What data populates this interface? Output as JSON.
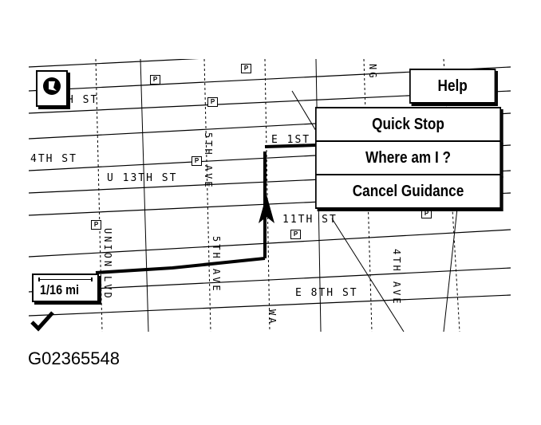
{
  "map": {
    "street_labels": {
      "h_st": "H ST",
      "fourth_st": "4TH ST",
      "thirteenth_st": "U 13TH ST",
      "e_first": "E 1ST",
      "eleventh_st": "11TH ST",
      "e_8th_st": "E 8TH ST",
      "fifth_ave_upper": "5TH AVE",
      "fifth_ave_lower": "5TH AVE",
      "fourth_ave": "4TH AVE",
      "second_ng": "NG",
      "left_vertical": "UNION",
      "lower_vertical": "LVD",
      "wa": "WA"
    },
    "poi_marker": "P"
  },
  "menu": {
    "help_label": "Help",
    "quick_stop_label": "Quick Stop",
    "where_am_i_label": "Where am I ?",
    "cancel_guidance_label": "Cancel Guidance"
  },
  "scale": {
    "label": "1/16 mi"
  },
  "footer": {
    "image_id": "G02365548"
  },
  "colors": {
    "ink": "#000000",
    "paper": "#ffffff"
  },
  "icons": [
    "compass-icon",
    "vehicle-arrow-icon",
    "route-line",
    "parking-poi-icon",
    "checkmark-icon"
  ]
}
